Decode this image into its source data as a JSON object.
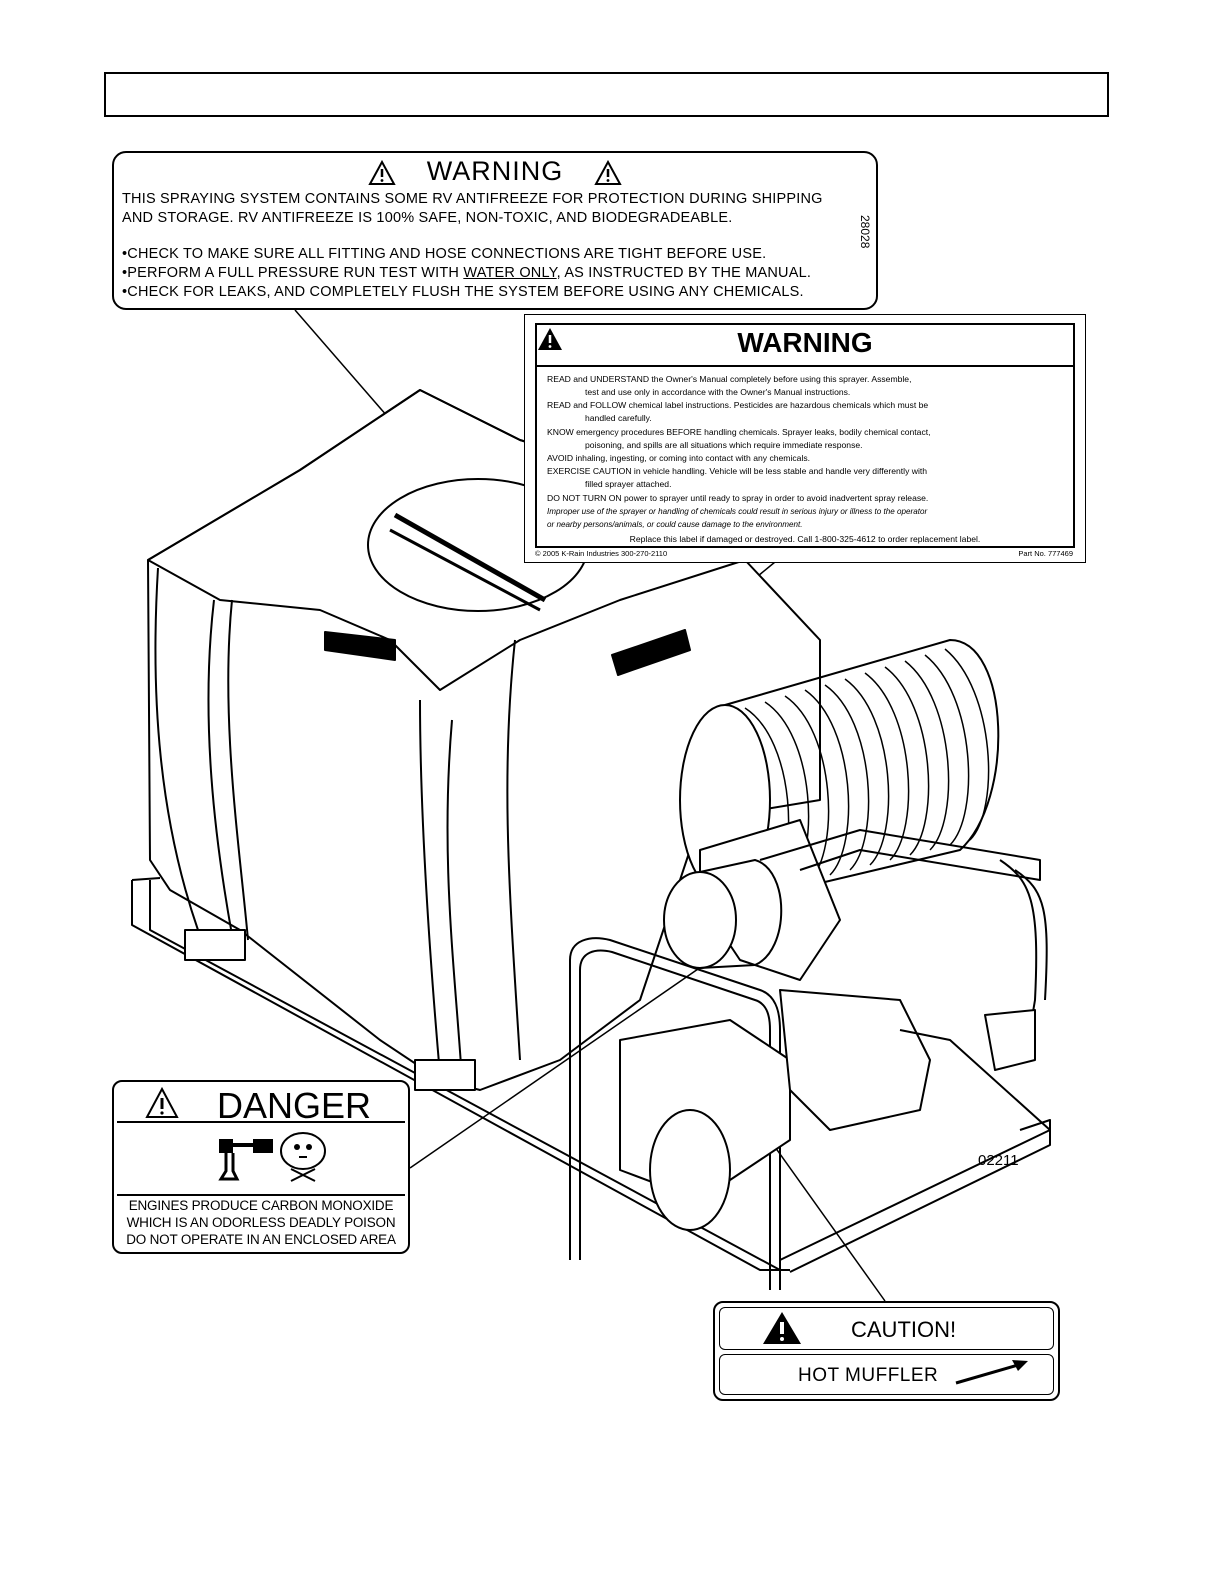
{
  "header": {
    "title": ""
  },
  "shipping_warning": {
    "title": "WARNING",
    "lines": [
      "THIS SPRAYING SYSTEM CONTAINS SOME RV ANTIFREEZE FOR PROTECTION DURING SHIPPING",
      "AND STORAGE.   RV ANTIFREEZE IS 100% SAFE, NON-TOXIC, AND BIODEGRADEABLE.",
      "•CHECK TO MAKE SURE ALL FITTING AND HOSE CONNECTIONS ARE TIGHT BEFORE USE.",
      "•PERFORM A FULL PRESSURE RUN TEST WITH ",
      "WATER ONLY",
      ", AS INSTRUCTED BY  THE MANUAL.",
      "•CHECK FOR LEAKS, AND COMPLETELY FLUSH THE SYSTEM BEFORE USING ANY CHEMICALS."
    ],
    "code": "28028"
  },
  "owner_warning": {
    "title": "WARNING",
    "lines": [
      "READ and UNDERSTAND the Owner's Manual completely before using this sprayer.  Assemble,",
      "test and use only in accordance with the Owner's Manual instructions.",
      "READ and FOLLOW chemical label instructions.  Pesticides are hazardous chemicals which must be",
      "handled carefully.",
      "KNOW emergency procedures BEFORE handling chemicals.  Sprayer leaks, bodily chemical contact,",
      "poisoning, and spills are all situations which require immediate response.",
      "AVOID inhaling, ingesting, or coming into contact with any chemicals.",
      "EXERCISE CAUTION in vehicle handling.  Vehicle will be less stable and handle very differently with",
      "filled sprayer attached.",
      "DO NOT TURN ON power to sprayer until ready to spray in order to avoid inadvertent spray release.",
      "Improper use of the sprayer or handling of chemicals could result in serious injury or illness to the operator",
      "or nearby persons/animals, or could cause damage to the environment.",
      "Replace this label if damaged or destroyed.  Call 1-800-325-4612 to order replacement label."
    ],
    "footer_left": "© 2005 K-Rain Industries   300-270-2110",
    "footer_right": "Part No. 777469"
  },
  "danger_label": {
    "title": "DANGER",
    "lines": [
      "ENGINES PRODUCE CARBON MONOXIDE",
      "WHICH IS AN ODORLESS DEADLY POISON",
      "DO NOT OPERATE IN AN ENCLOSED AREA"
    ]
  },
  "caution_label": {
    "title": "CAUTION!",
    "text": "HOT MUFFLER"
  },
  "figure_code": "02211",
  "icons": [
    "warning-triangle-icon",
    "skull-icon",
    "exclamation-triangle-icon",
    "arrow-icon"
  ]
}
